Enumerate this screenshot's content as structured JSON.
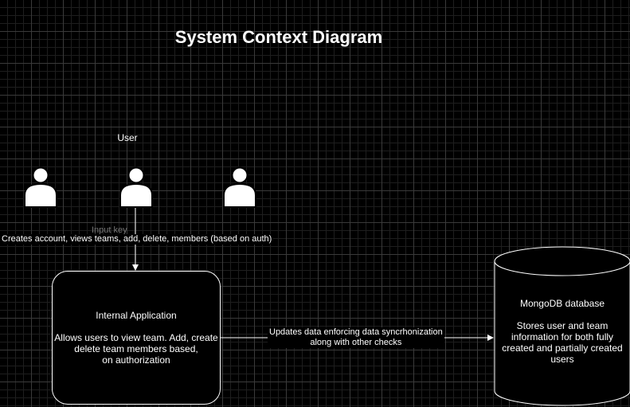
{
  "title": "System Context Diagram",
  "user": {
    "label": "User"
  },
  "edges": {
    "user_to_app": "Creates account, views teams, add, delete, members (based on auth)",
    "hidden_label": "Input key",
    "app_to_db": "Updates data enforcing data syncrhonization\nalong with other checks"
  },
  "internal_app": {
    "text": "Internal Application\n\nAllows users to view team. Add, create\ndelete team members based,\non authorization"
  },
  "database": {
    "text": "MongoDB database\n\nStores user and team\ninformation for both fully\ncreated and partially created\nusers"
  },
  "colors": {
    "background": "#000000",
    "stroke": "#ffffff",
    "grid": "#3a3a3a"
  }
}
